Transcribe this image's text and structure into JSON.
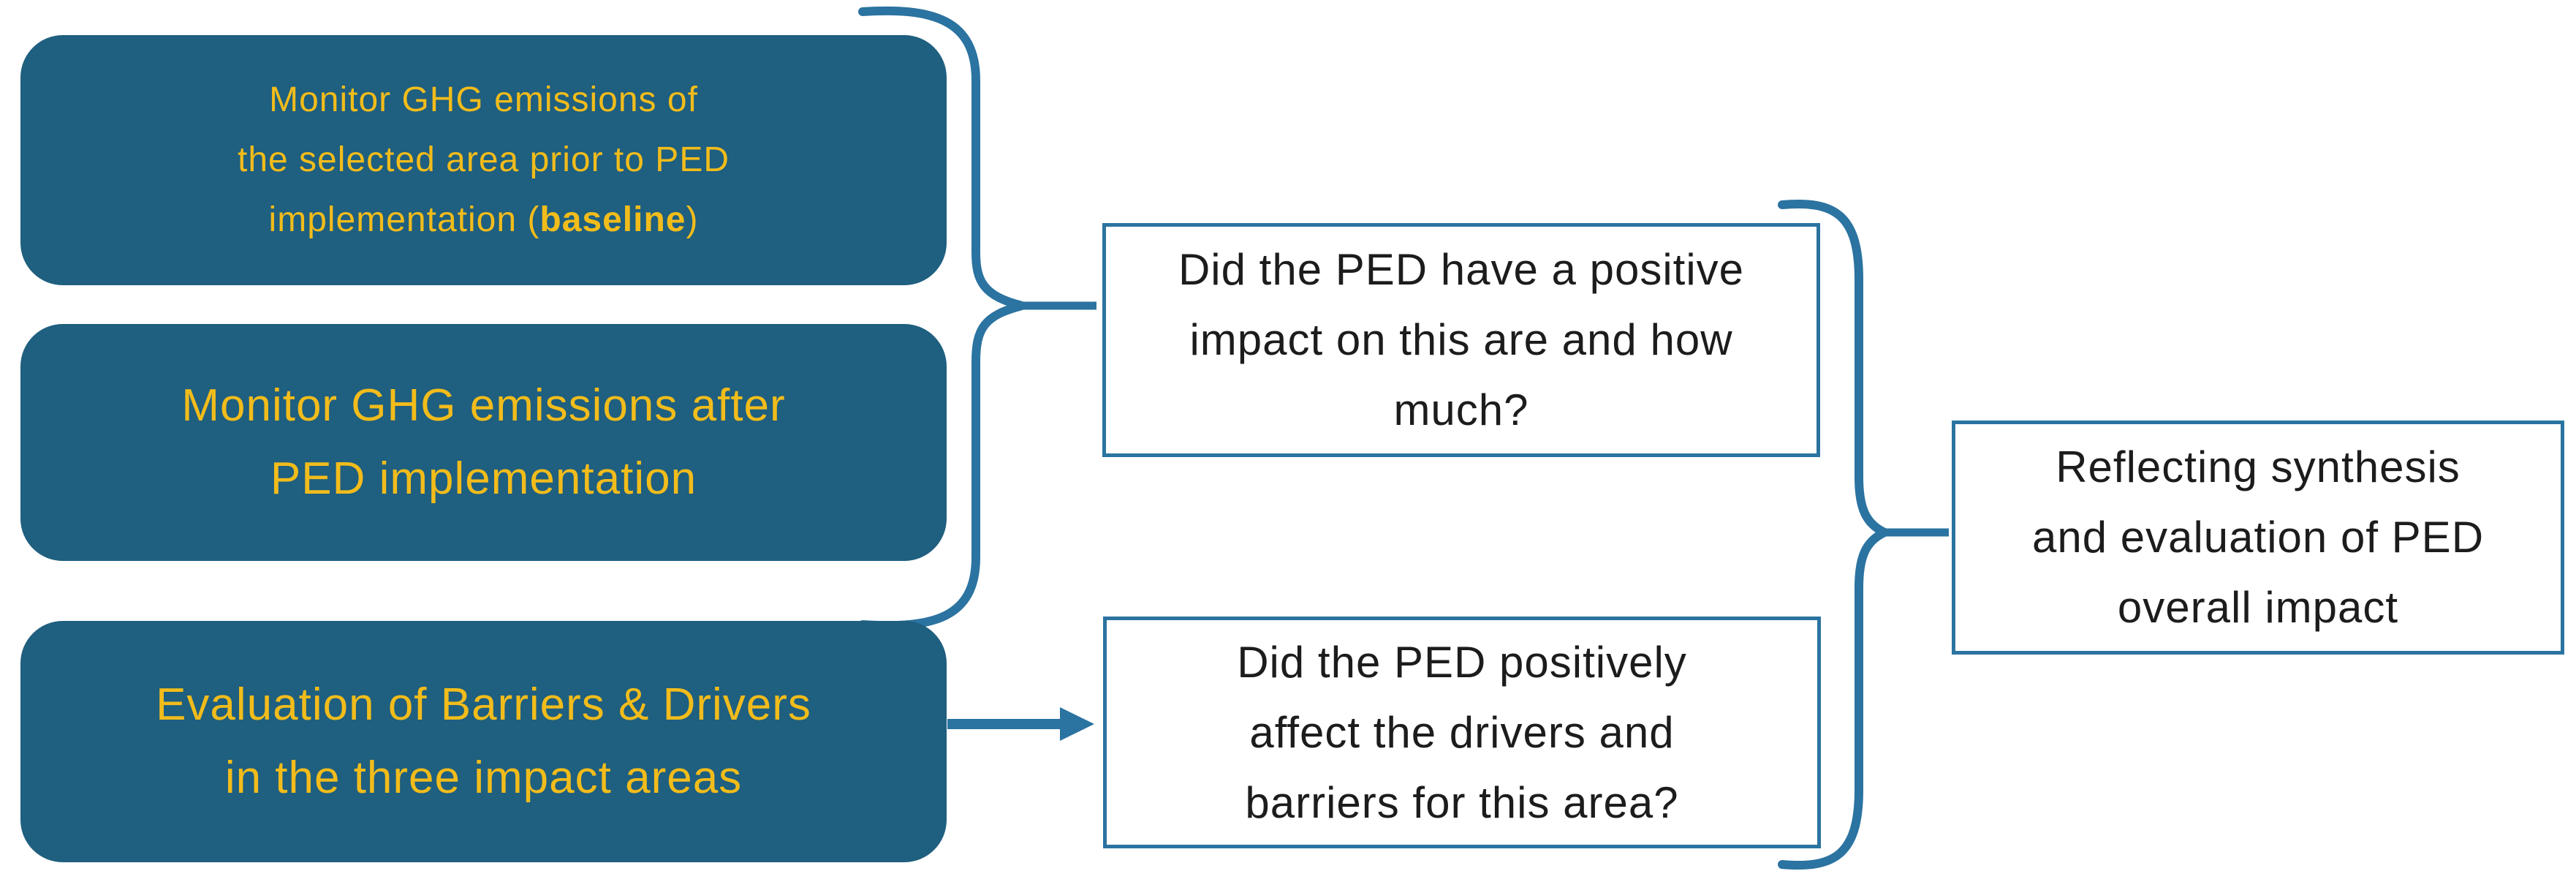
{
  "diagram": {
    "monitoring_boxes": {
      "baseline_box": {
        "line1": "Monitor GHG emissions of",
        "line2": "the selected area prior to PED",
        "line3_pre": "implementation (",
        "line3_bold": "baseline",
        "line3_post": ")"
      },
      "after_box": {
        "line1": "Monitor GHG emissions after",
        "line2": "PED implementation"
      },
      "barriers_box": {
        "line1": "Evaluation of Barriers & Drivers",
        "line2": "in the three impact areas"
      }
    },
    "question_boxes": {
      "ghg_question": {
        "line1": "Did the PED have a positive",
        "line2": "impact on this are and how",
        "line3": "much?"
      },
      "barriers_question": {
        "line1": "Did the PED positively",
        "line2": "affect the drivers and",
        "line3": "barriers for this area?"
      }
    },
    "synthesis_box": {
      "line1": "Reflecting synthesis",
      "line2": "and evaluation of PED",
      "line3": "overall impact"
    },
    "colors": {
      "teal_fill": "#1F5F7F",
      "gold_text": "#F2BC1B",
      "connector_teal": "#2B73A0",
      "question_text_color": "#1C1C1C",
      "background": "#FFFFFF"
    }
  }
}
